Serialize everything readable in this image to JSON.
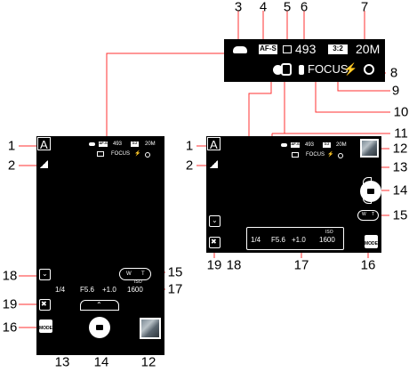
{
  "callouts": {
    "n1": "1",
    "n2": "2",
    "n3": "3",
    "n4": "4",
    "n5": "5",
    "n6": "6",
    "n7": "7",
    "n8": "8",
    "n9": "9",
    "n10": "10",
    "n11": "11",
    "n12": "12",
    "n13": "13",
    "n14": "14",
    "n15": "15",
    "n16": "16",
    "n17": "17",
    "n18": "18",
    "n19": "19"
  },
  "enlarged": {
    "af_mode": "AF-S",
    "shots": "493",
    "aspect": "3:2",
    "size": "20M",
    "focus": "FOCUS"
  },
  "screen": {
    "mode": "A",
    "af_mode": "AF-S",
    "shots": "493",
    "aspect": "3:2",
    "size": "20M",
    "focus": "FOCUS",
    "shutter": "1/4",
    "aperture": "F5.6",
    "ev": "+1.0",
    "iso_label": "ISO",
    "iso": "1600",
    "mode_label": "MODE",
    "zoom_w": "W",
    "zoom_t": "T"
  },
  "colors": {
    "screen": "#000000",
    "text": "#ffffff",
    "leader": "#ff0000"
  },
  "icons": [
    "cloud-icon",
    "card-icon",
    "person-icon",
    "hand-icon",
    "flash-icon",
    "self-timer-icon",
    "camera-icon",
    "tools-icon",
    "chevron-down-icon",
    "chevron-up-icon",
    "chevron-left-icon",
    "signal-icon"
  ]
}
